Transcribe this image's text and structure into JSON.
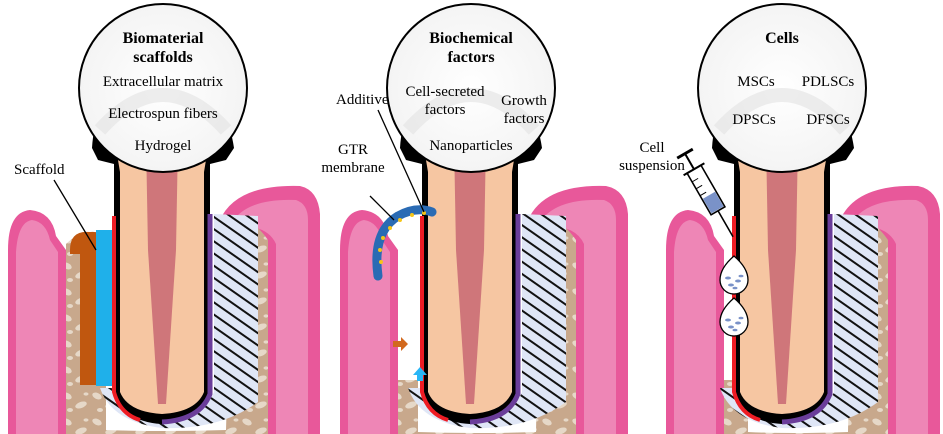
{
  "panels": [
    {
      "circle": {
        "title_lines": [
          "Biomaterial",
          "scaffolds"
        ],
        "items": [
          "Extracellular matrix",
          "Electrospun fibers",
          "Hydrogel"
        ]
      },
      "label": "Scaffold"
    },
    {
      "circle": {
        "title_lines": [
          "Biochemical",
          "factors"
        ],
        "items": [
          "Cell-secreted",
          "factors",
          "Growth",
          "factors",
          "Nanoparticles"
        ]
      },
      "labels": {
        "additive": "Additive",
        "gtr_lines": [
          "GTR",
          "membrane"
        ]
      }
    },
    {
      "circle": {
        "title_lines": [
          "Cells"
        ],
        "items": [
          "MSCs",
          "PDLSCs",
          "DPSCs",
          "DFSCs"
        ]
      },
      "label_lines": [
        "Cell",
        "suspension"
      ]
    }
  ],
  "colors": {
    "gum": "#e8589a",
    "gum_light": "#ee86b6",
    "bone": "#c8a88c",
    "dentin": "#f6c6a2",
    "pulp": "#cf767a",
    "enamel_outline": "#000000",
    "cementum": "#ee1c24",
    "pdl": "#6a3d9a",
    "pdl_fibers": "#dfe6f6",
    "scaffold_brown": "#c0570f",
    "scaffold_blue": "#1fb0ea",
    "membrane_blue": "#2a6bb4",
    "additive_dots": "#f5c518",
    "arrow_orange": "#d2691e",
    "arrow_blue": "#29b6f6",
    "droplet": "#7a92c8"
  }
}
